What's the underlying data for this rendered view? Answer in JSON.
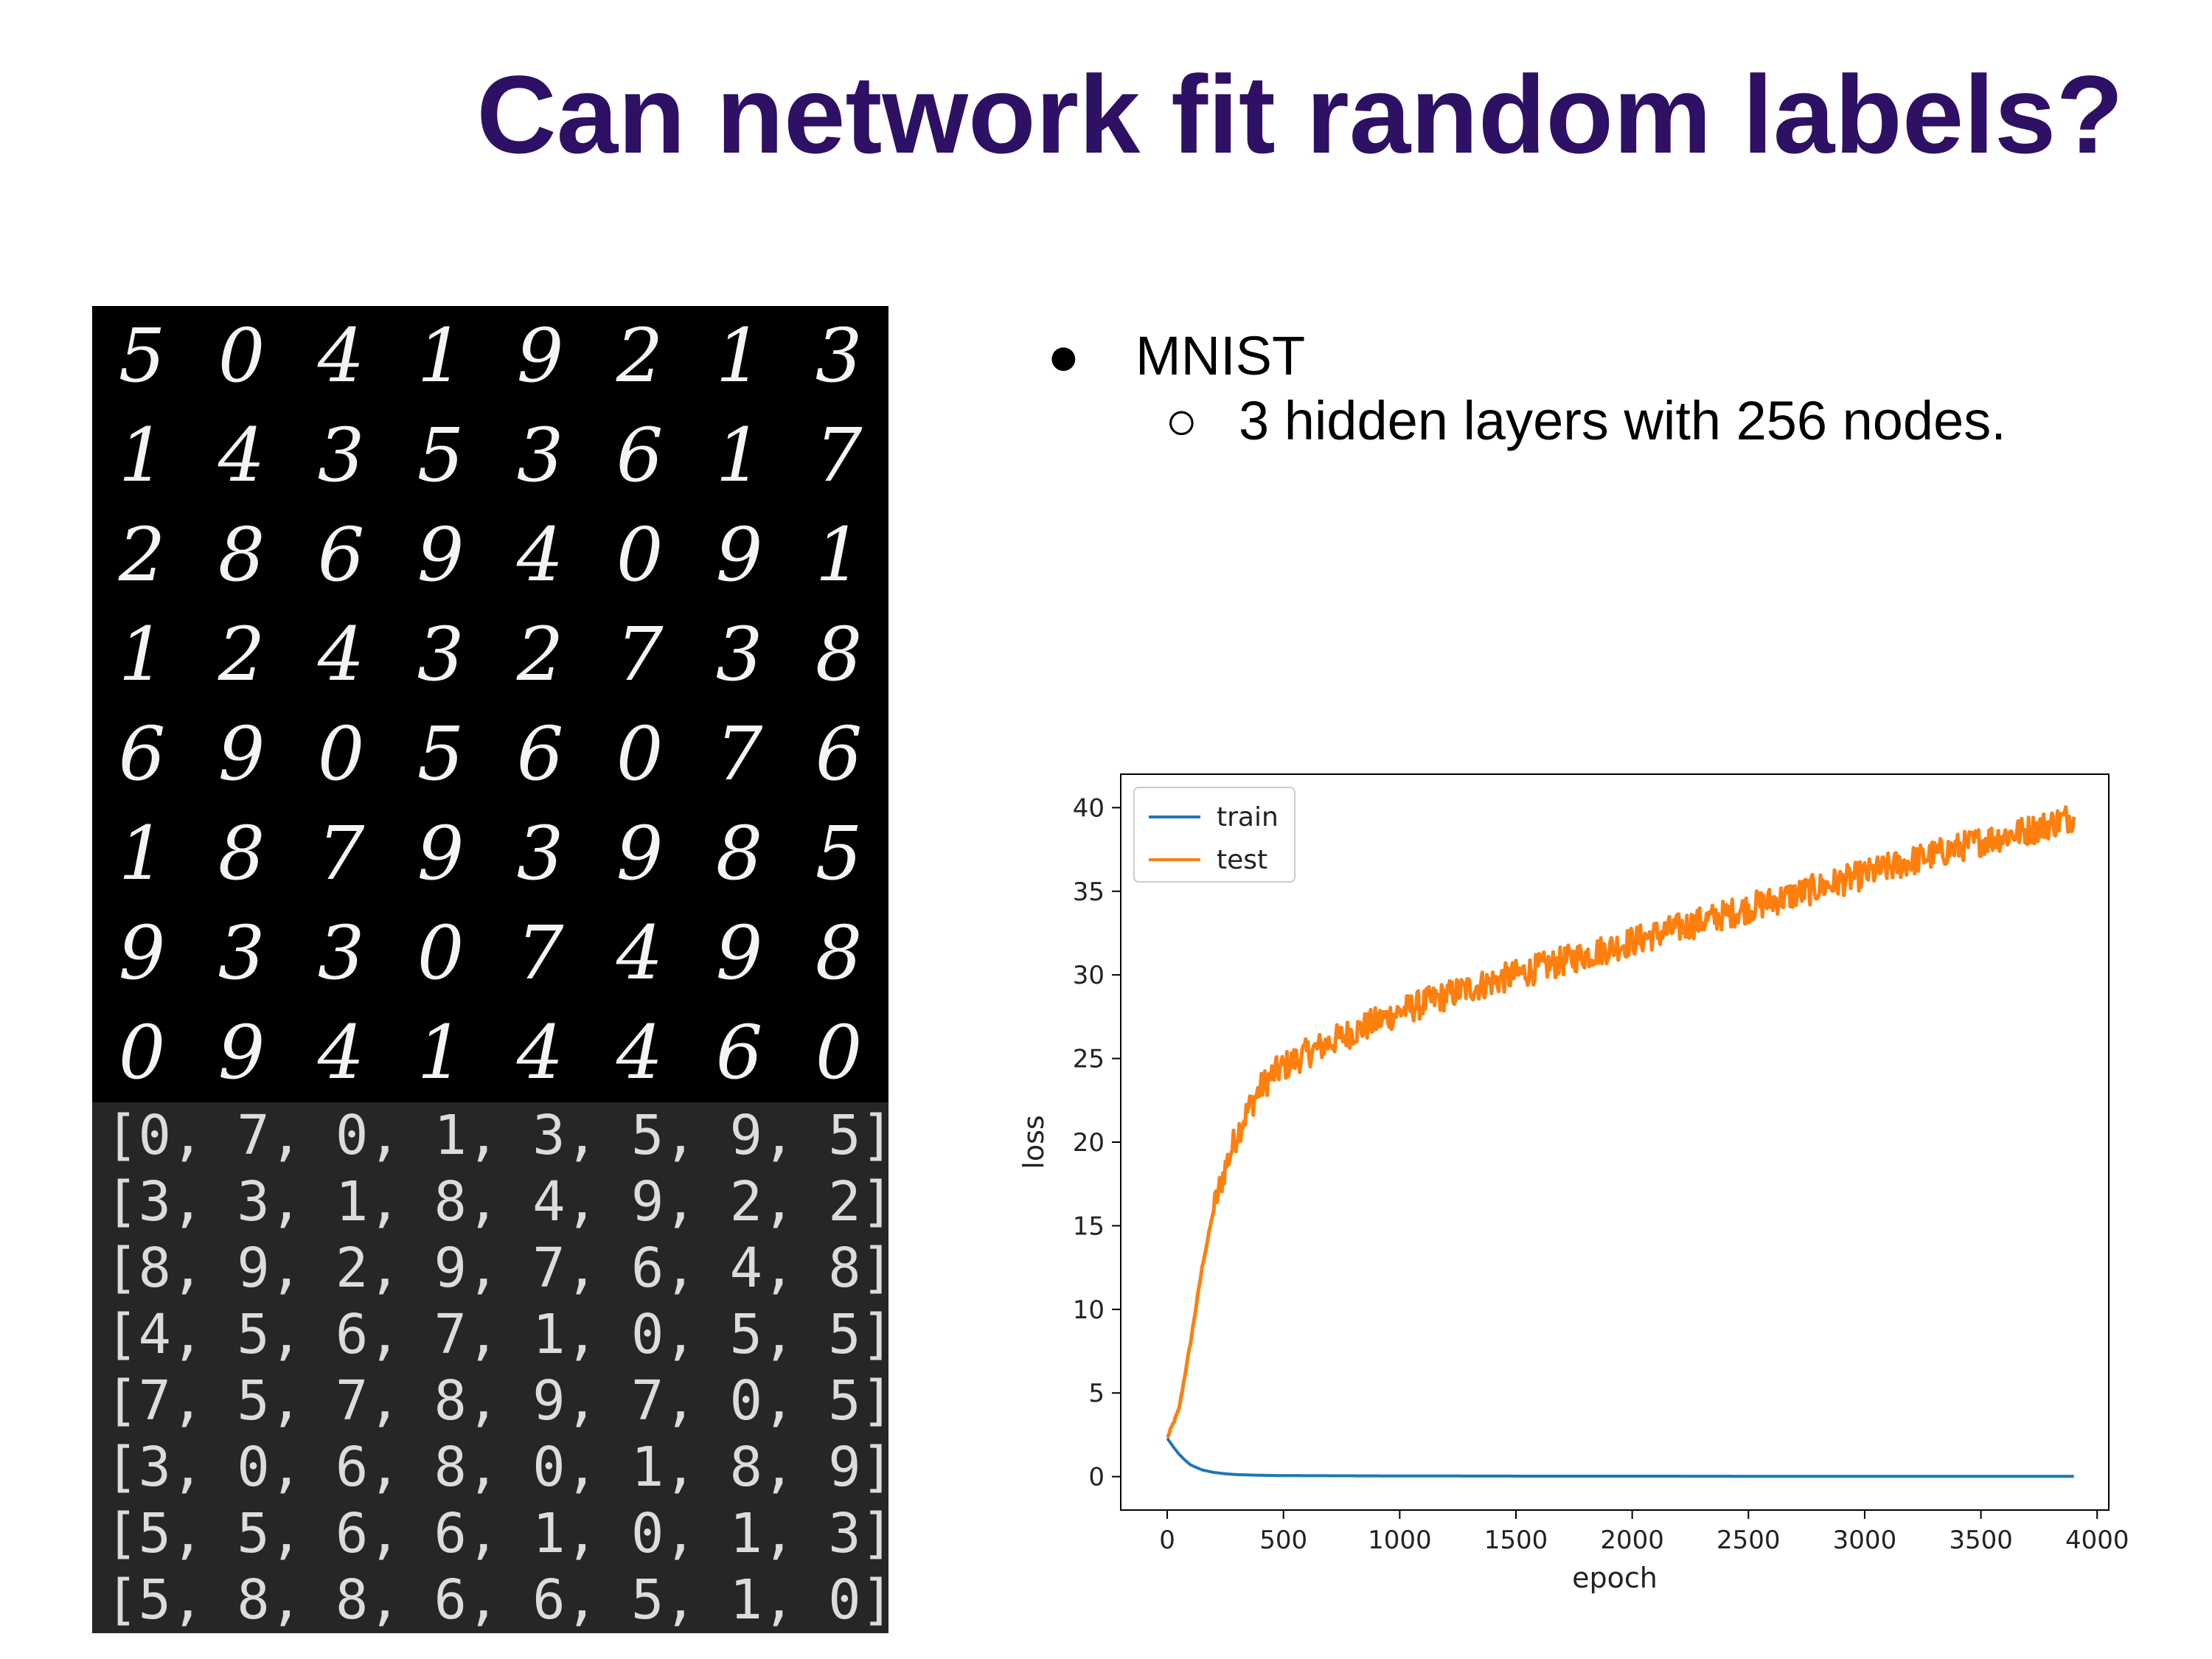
{
  "slide": {
    "title": "Can network fit random labels?",
    "bullets": [
      {
        "text": "MNIST",
        "marker": "●",
        "children": [
          {
            "text": "3 hidden layers with 256 nodes.",
            "marker": "○"
          }
        ]
      }
    ]
  },
  "mnist_digits": [
    [
      "5",
      "0",
      "4",
      "1",
      "9",
      "2",
      "1",
      "3"
    ],
    [
      "1",
      "4",
      "3",
      "5",
      "3",
      "6",
      "1",
      "7"
    ],
    [
      "2",
      "8",
      "6",
      "9",
      "4",
      "0",
      "9",
      "1"
    ],
    [
      "1",
      "2",
      "4",
      "3",
      "2",
      "7",
      "3",
      "8"
    ],
    [
      "6",
      "9",
      "0",
      "5",
      "6",
      "0",
      "7",
      "6"
    ],
    [
      "1",
      "8",
      "7",
      "9",
      "3",
      "9",
      "8",
      "5"
    ],
    [
      "9",
      "3",
      "3",
      "0",
      "7",
      "4",
      "9",
      "8"
    ],
    [
      "0",
      "9",
      "4",
      "1",
      "4",
      "4",
      "6",
      "0"
    ]
  ],
  "random_labels": [
    "[0, 7, 0, 1, 3, 5, 9, 5]",
    "[3, 3, 1, 8, 4, 9, 2, 2]",
    "[8, 9, 2, 9, 7, 6, 4, 8]",
    "[4, 5, 6, 7, 1, 0, 5, 5]",
    "[7, 5, 7, 8, 9, 7, 0, 5]",
    "[3, 0, 6, 8, 0, 1, 8, 9]",
    "[5, 5, 6, 6, 1, 0, 1, 3]",
    "[5, 8, 8, 6, 6, 5, 1, 0]"
  ],
  "colors": {
    "title": "#2e1065",
    "train": "#1f77b4",
    "test": "#ff7f0e",
    "digit_bg": "#000000",
    "label_bg": "#262626"
  },
  "chart_data": {
    "type": "line",
    "title": "",
    "xlabel": "epoch",
    "ylabel": "loss",
    "xlim": [
      -200,
      4050
    ],
    "ylim": [
      -2,
      42
    ],
    "xticks": [
      0,
      500,
      1000,
      1500,
      2000,
      2500,
      3000,
      3500,
      4000
    ],
    "yticks": [
      0,
      5,
      10,
      15,
      20,
      25,
      30,
      35,
      40
    ],
    "grid": false,
    "legend": "top-left",
    "series": [
      {
        "name": "train",
        "x": [
          0,
          25,
          50,
          75,
          100,
          150,
          200,
          250,
          300,
          400,
          500,
          750,
          1000,
          1500,
          2000,
          2500,
          3000,
          3500,
          3900
        ],
        "y": [
          2.3,
          1.8,
          1.35,
          1.0,
          0.7,
          0.4,
          0.25,
          0.17,
          0.12,
          0.08,
          0.06,
          0.05,
          0.04,
          0.03,
          0.03,
          0.02,
          0.02,
          0.02,
          0.02
        ]
      },
      {
        "name": "test",
        "x": [
          0,
          50,
          100,
          150,
          200,
          250,
          300,
          350,
          400,
          450,
          500,
          600,
          750,
          1000,
          1250,
          1500,
          1750,
          2000,
          2250,
          2500,
          2750,
          3000,
          3250,
          3500,
          3750,
          3900
        ],
        "y": [
          2.3,
          4.0,
          8.0,
          12.5,
          16.0,
          18.5,
          20.5,
          22.0,
          23.2,
          24.0,
          24.5,
          25.3,
          26.3,
          27.8,
          29.0,
          30.0,
          31.0,
          32.0,
          33.0,
          34.0,
          35.0,
          36.0,
          37.0,
          38.0,
          38.8,
          39.5
        ]
      }
    ]
  }
}
